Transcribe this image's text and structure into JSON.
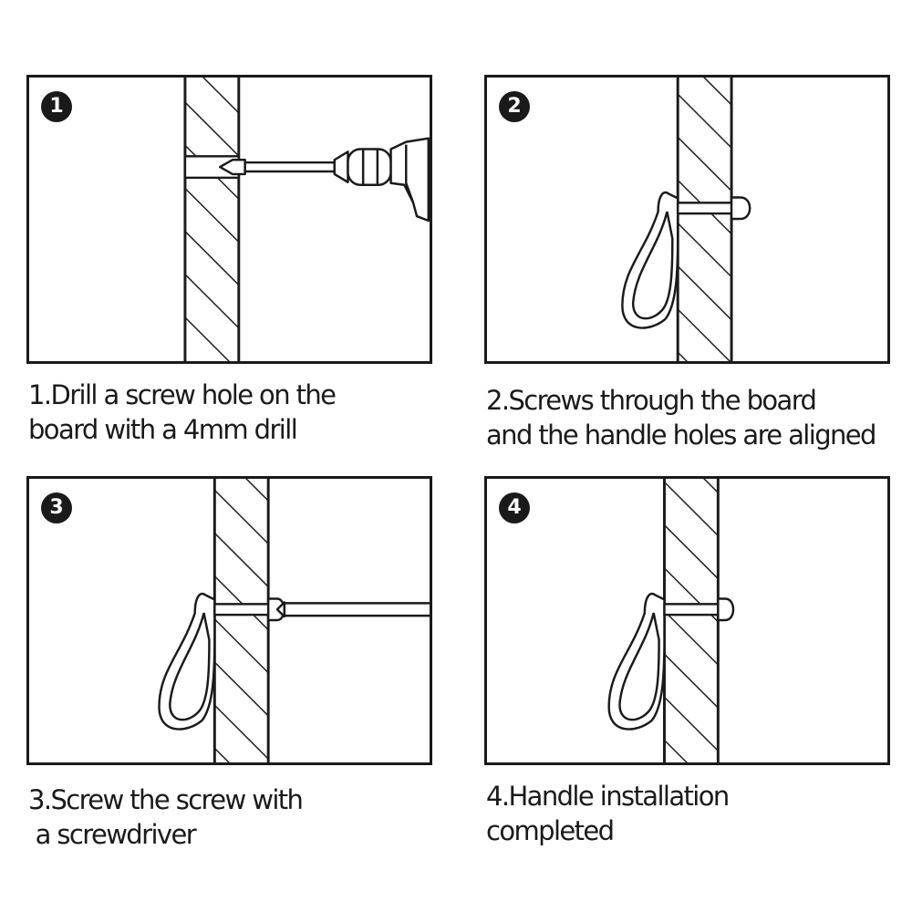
{
  "steps": [
    {
      "number": "1",
      "caption_lines": [
        "1.Drill a screw hole on the",
        "board with a 4mm drill"
      ],
      "icons": [
        "board-hatched",
        "drill-icon"
      ]
    },
    {
      "number": "2",
      "caption_lines": [
        "2.Screws through the board",
        "and the handle holes are aligned"
      ],
      "icons": [
        "board-hatched",
        "screw-icon",
        "leather-handle-icon"
      ]
    },
    {
      "number": "3",
      "caption_lines": [
        "3.Screw the screw with",
        " a screwdriver"
      ],
      "icons": [
        "board-hatched",
        "screw-icon",
        "screwdriver-icon",
        "leather-handle-icon"
      ]
    },
    {
      "number": "4",
      "caption_lines": [
        "4.Handle installation",
        "completed"
      ],
      "icons": [
        "board-hatched",
        "screw-icon",
        "leather-handle-icon"
      ]
    }
  ],
  "colors": {
    "line": "#1a1a1a",
    "background": "#ffffff"
  }
}
